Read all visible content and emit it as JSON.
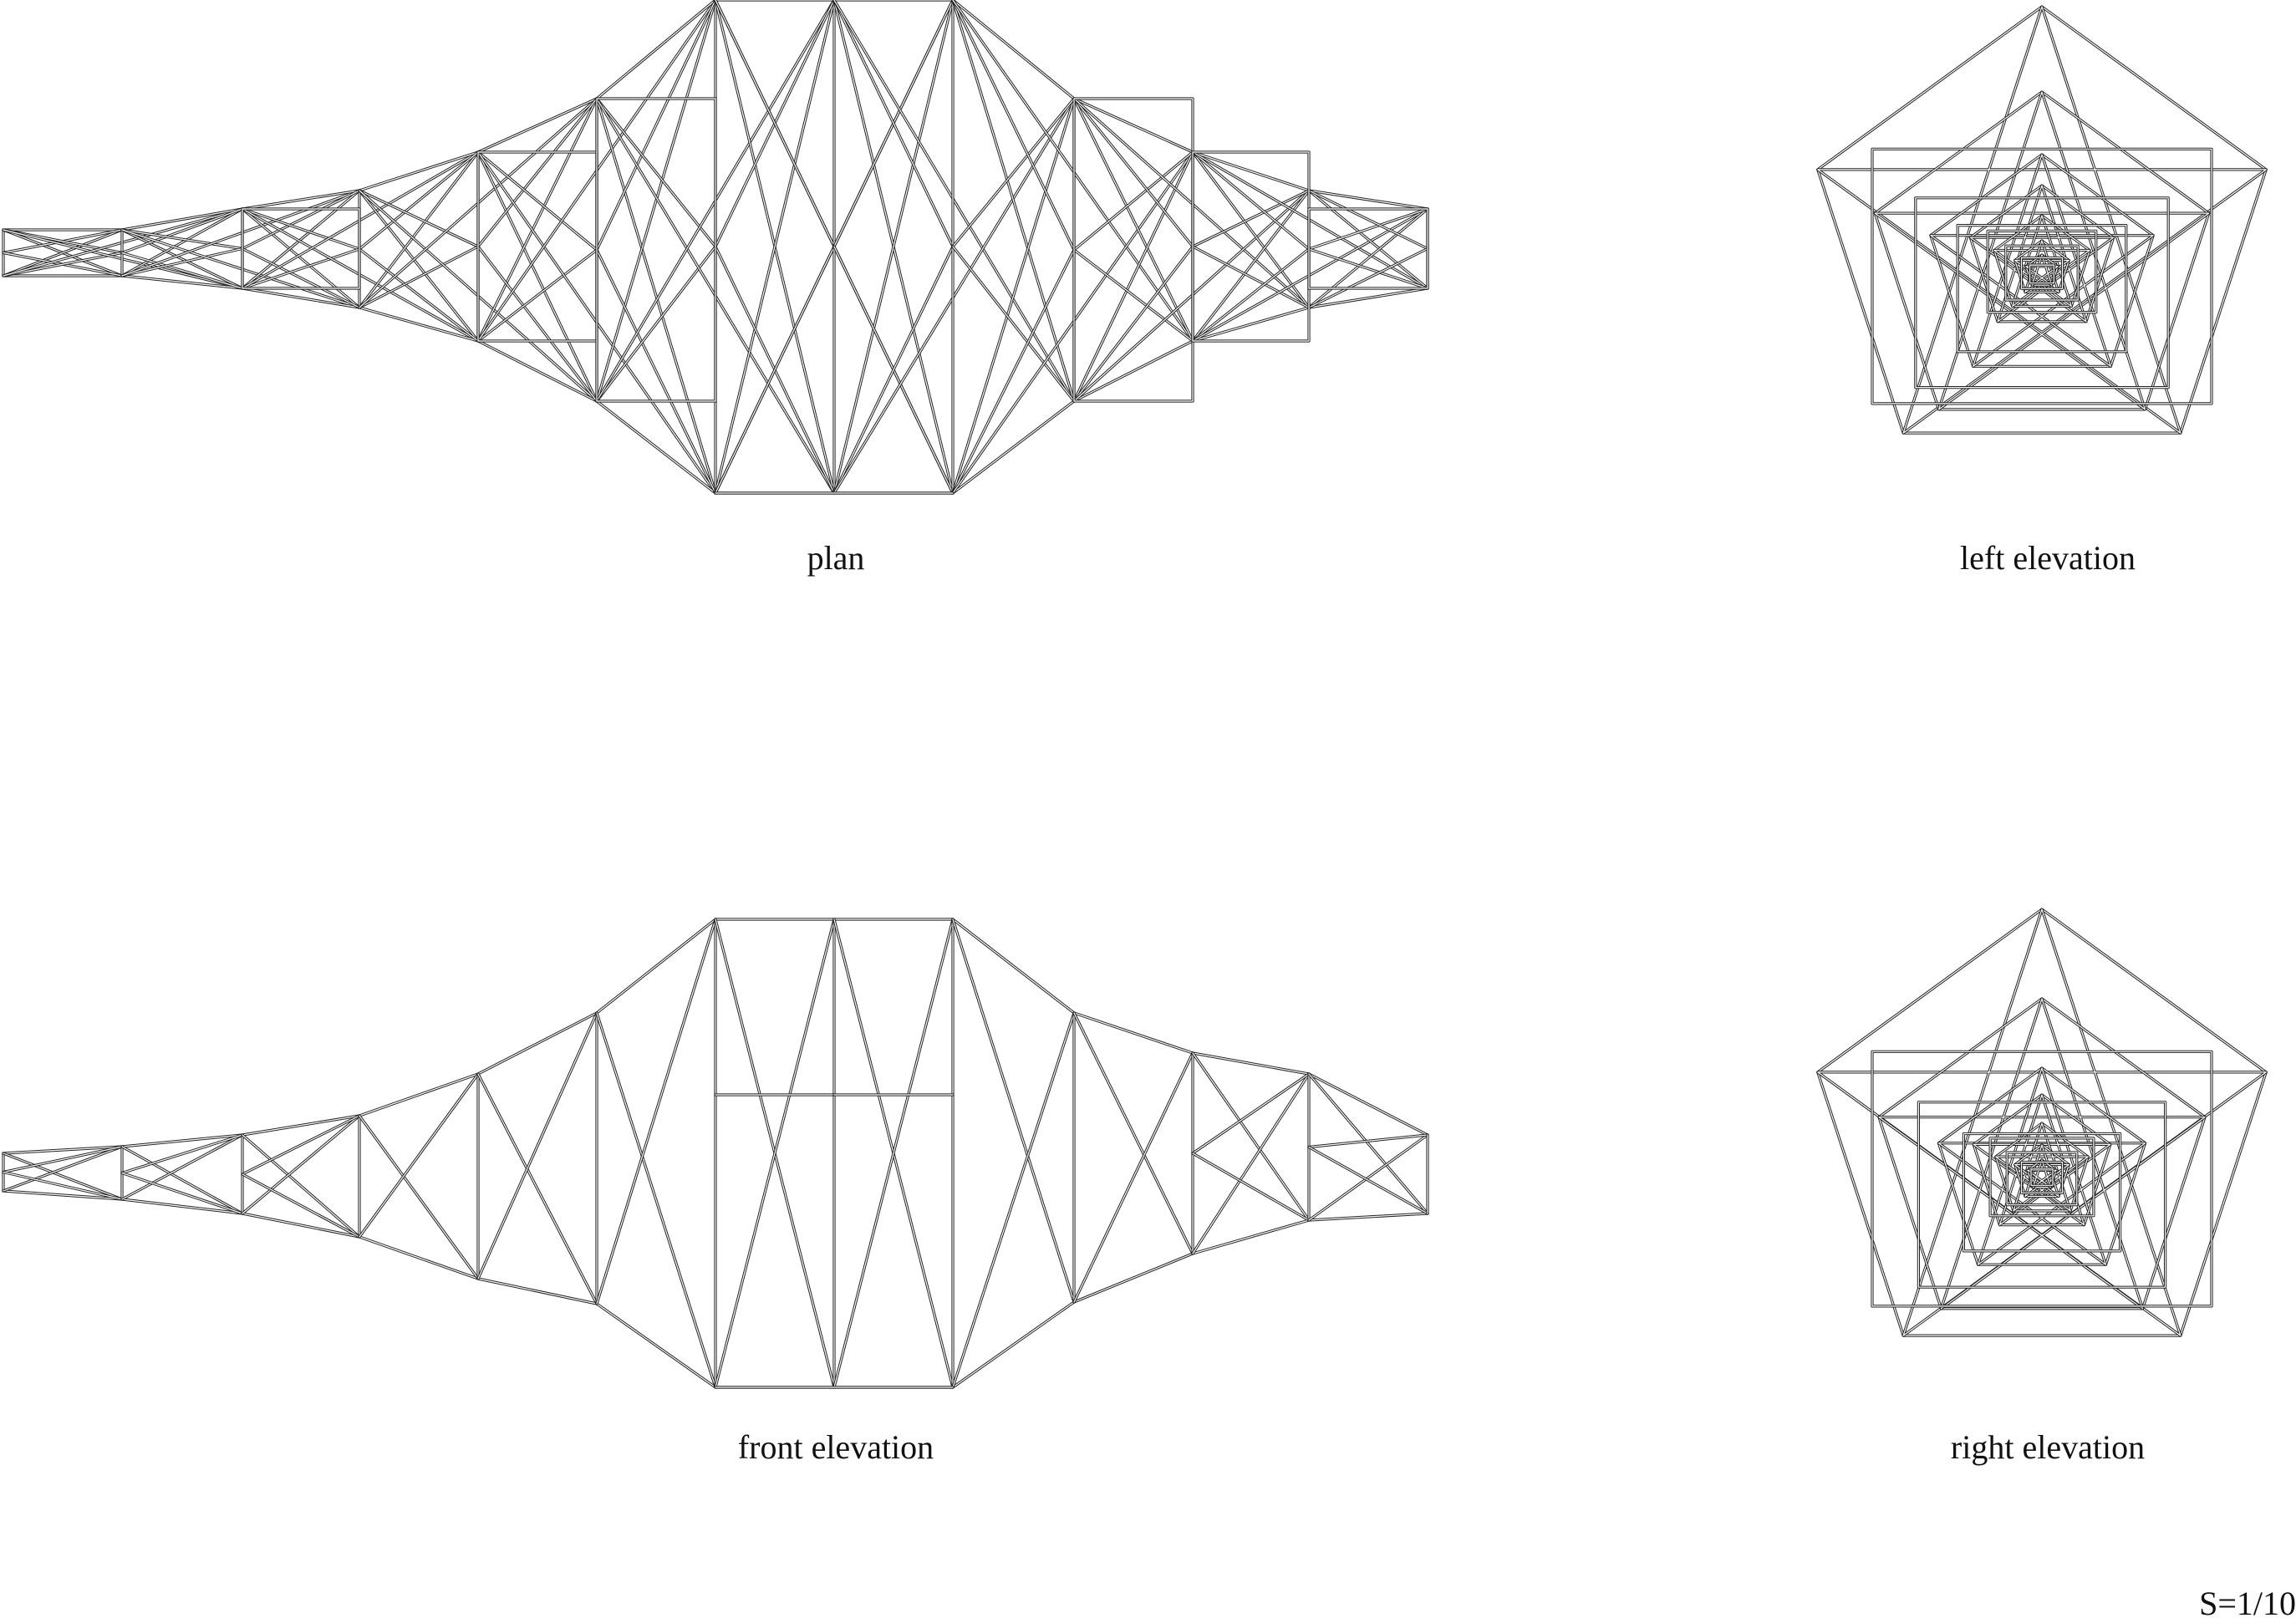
{
  "sheet": {
    "views": {
      "plan": "plan",
      "left": "left elevation",
      "front": "front elevation",
      "right": "right elevation"
    },
    "scale": "S=1/10"
  }
}
